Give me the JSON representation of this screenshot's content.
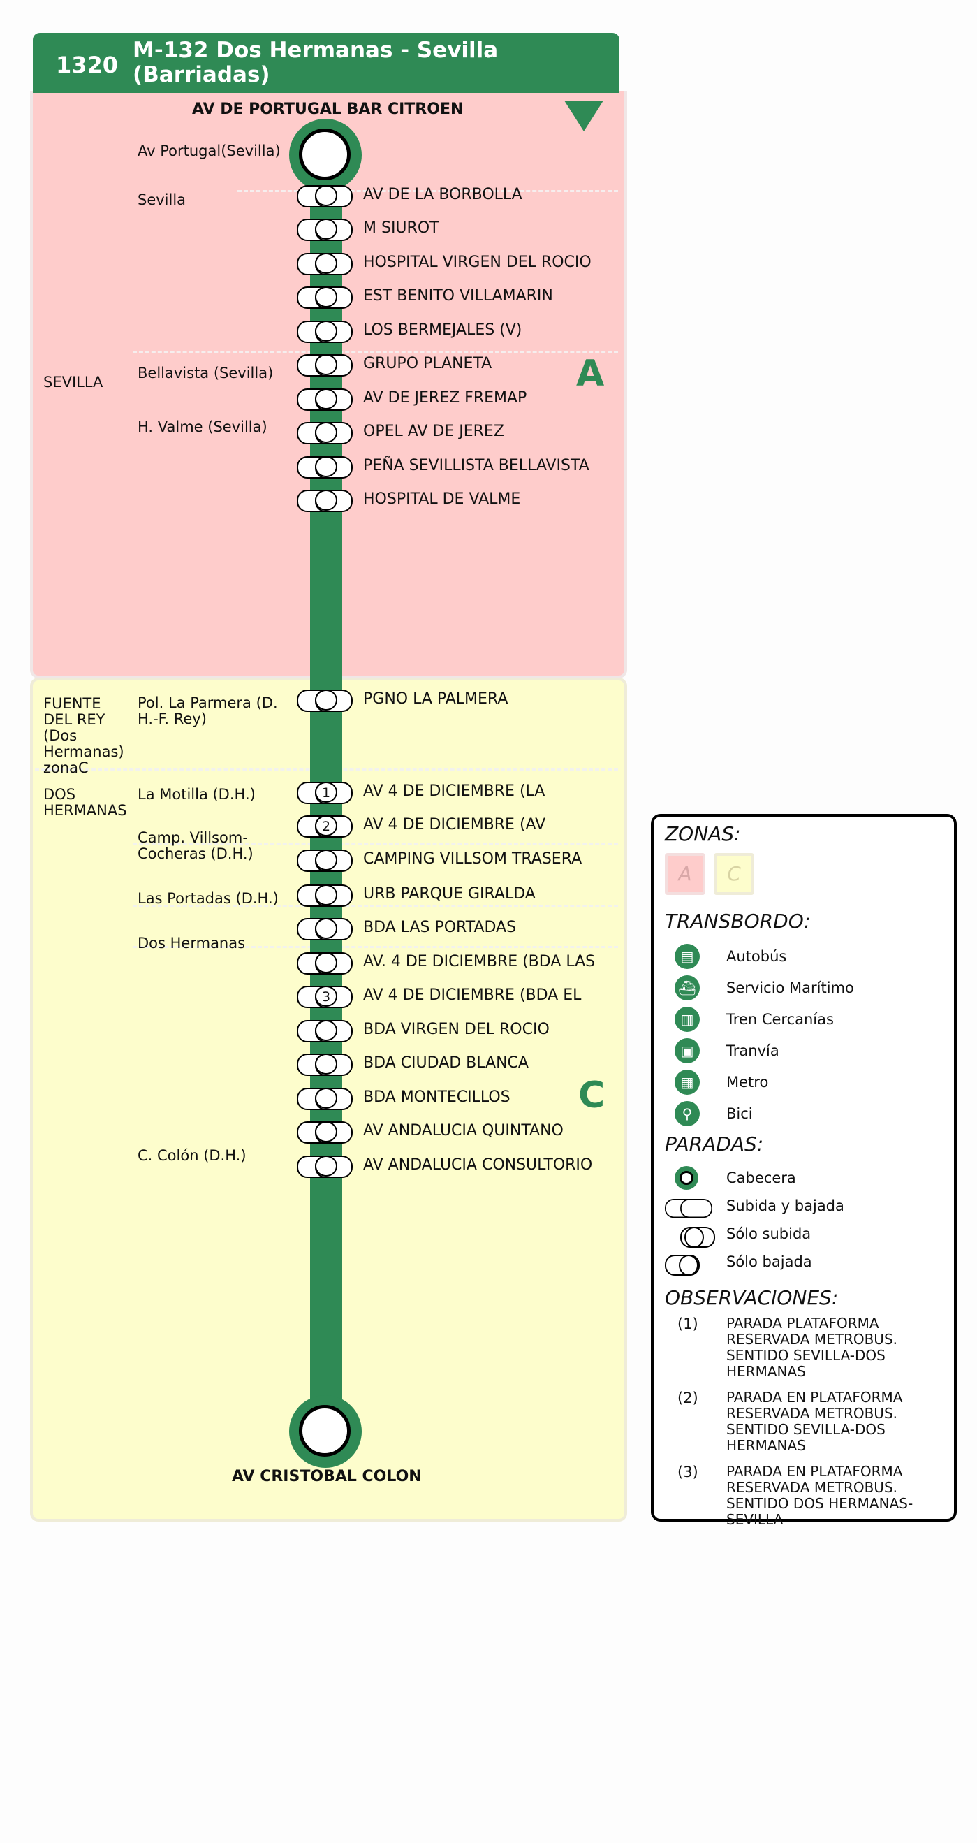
{
  "header": {
    "code": "1320",
    "title": "M-132 Dos Hermanas - Sevilla (Barriadas)"
  },
  "colors": {
    "line": "#2f8a55",
    "zone_a": "#fecccb",
    "zone_c": "#fdfdcc"
  },
  "direction_icon": "triangle-down-icon",
  "zones": {
    "a_label": "A",
    "c_label": "C"
  },
  "terminals": {
    "start": "AV DE PORTUGAL BAR CITROEN",
    "end": "AV CRISTOBAL COLON"
  },
  "municipalities": {
    "sevilla": "SEVILLA",
    "fuente_del_rey": "FUENTE DEL REY (Dos Hermanas) zonaC",
    "dos_hermanas": "DOS HERMANAS"
  },
  "areas": [
    "Av Portugal(Sevilla)",
    "Sevilla",
    "Bellavista (Sevilla)",
    "H. Valme (Sevilla)",
    "Pol. La Parmera (D. H.-F. Rey)",
    "La Motilla (D.H.)",
    "Camp. Villsom-Cocheras (D.H.)",
    "Las Portadas (D.H.)",
    "Dos Hermanas",
    "C. Colón (D.H.)"
  ],
  "stops": [
    {
      "name": "AV DE LA BORBOLLA",
      "mark": ""
    },
    {
      "name": "M SIUROT",
      "mark": ""
    },
    {
      "name": "HOSPITAL VIRGEN DEL ROCIO",
      "mark": ""
    },
    {
      "name": "EST BENITO VILLAMARIN",
      "mark": ""
    },
    {
      "name": "LOS BERMEJALES (V)",
      "mark": ""
    },
    {
      "name": "GRUPO PLANETA",
      "mark": ""
    },
    {
      "name": "AV DE JEREZ FREMAP",
      "mark": ""
    },
    {
      "name": "OPEL AV DE JEREZ",
      "mark": ""
    },
    {
      "name": "PEÑA SEVILLISTA BELLAVISTA",
      "mark": ""
    },
    {
      "name": "HOSPITAL DE VALME",
      "mark": ""
    },
    {
      "name": "PGNO LA PALMERA",
      "mark": ""
    },
    {
      "name": "AV 4 DE DICIEMBRE (LA",
      "mark": "1"
    },
    {
      "name": "AV 4 DE DICIEMBRE (AV",
      "mark": "2"
    },
    {
      "name": "CAMPING VILLSOM TRASERA",
      "mark": ""
    },
    {
      "name": "URB PARQUE GIRALDA",
      "mark": ""
    },
    {
      "name": "BDA LAS PORTADAS",
      "mark": ""
    },
    {
      "name": "AV. 4 DE DICIEMBRE (BDA LAS",
      "mark": ""
    },
    {
      "name": "AV 4 DE DICIEMBRE (BDA EL",
      "mark": "3"
    },
    {
      "name": "BDA VIRGEN DEL ROCIO",
      "mark": ""
    },
    {
      "name": "BDA CIUDAD BLANCA",
      "mark": ""
    },
    {
      "name": "BDA MONTECILLOS",
      "mark": ""
    },
    {
      "name": "AV ANDALUCIA QUINTANO",
      "mark": ""
    },
    {
      "name": "AV ANDALUCIA CONSULTORIO",
      "mark": ""
    }
  ],
  "legend": {
    "zonas_title": "ZONAS:",
    "zone_a": "A",
    "zone_c": "C",
    "transbordo_title": "TRANSBORDO:",
    "transbordo": [
      {
        "icon": "bus-icon",
        "label": "Autobús"
      },
      {
        "icon": "ship-icon",
        "label": "Servicio Marítimo"
      },
      {
        "icon": "train-icon",
        "label": "Tren Cercanías"
      },
      {
        "icon": "tram-icon",
        "label": "Tranvía"
      },
      {
        "icon": "metro-icon",
        "label": "Metro"
      },
      {
        "icon": "bike-icon",
        "label": "Bici"
      }
    ],
    "paradas_title": "PARADAS:",
    "paradas": [
      "Cabecera",
      "Subida y bajada",
      "Sólo subida",
      "Sólo bajada"
    ],
    "observaciones_title": "OBSERVACIONES:",
    "observaciones": [
      {
        "num": "(1)",
        "text": "PARADA PLATAFORMA RESERVADA METROBUS. SENTIDO SEVILLA-DOS HERMANAS"
      },
      {
        "num": "(2)",
        "text": "PARADA EN PLATAFORMA RESERVADA METROBUS. SENTIDO SEVILLA-DOS HERMANAS"
      },
      {
        "num": "(3)",
        "text": "PARADA EN PLATAFORMA RESERVADA METROBUS. SENTIDO DOS HERMANAS-SEVILLA"
      }
    ]
  }
}
